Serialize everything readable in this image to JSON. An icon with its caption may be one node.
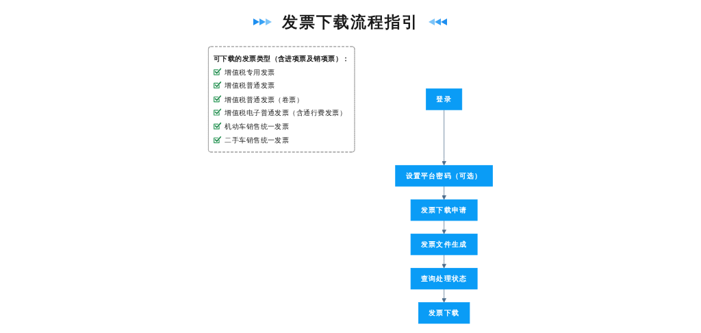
{
  "diagram": {
    "title": "发票下载流程指引",
    "nodes": [
      {
        "text": [
          "可下载的发票类型（含进项票及销项票）：",
          "增值税专用发票",
          "增值税普通发票",
          "增值税普通发票（卷票）",
          "增值税电子普通发票（含通行费发票）",
          "机动车销售统一发票",
          "二手车销售统一发票"
        ]
      },
      {
        "text": [
          "登录"
        ]
      },
      {
        "text": [
          "设置平台密码（可选）"
        ]
      },
      {
        "text": [
          "发票下载申请"
        ]
      },
      {
        "text": [
          "发票文件生成"
        ]
      },
      {
        "text": [
          "查询处理状态"
        ]
      },
      {
        "text": [
          "发票下载"
        ]
      }
    ],
    "edges": [
      {
        "from": 1,
        "to": 2,
        "arrow": "to"
      },
      {
        "from": 2,
        "to": 3,
        "arrow": "to"
      },
      {
        "from": 3,
        "to": 4,
        "arrow": "to"
      },
      {
        "from": 4,
        "to": 5,
        "arrow": "to"
      },
      {
        "from": 5,
        "to": 6,
        "arrow": "to"
      }
    ]
  }
}
